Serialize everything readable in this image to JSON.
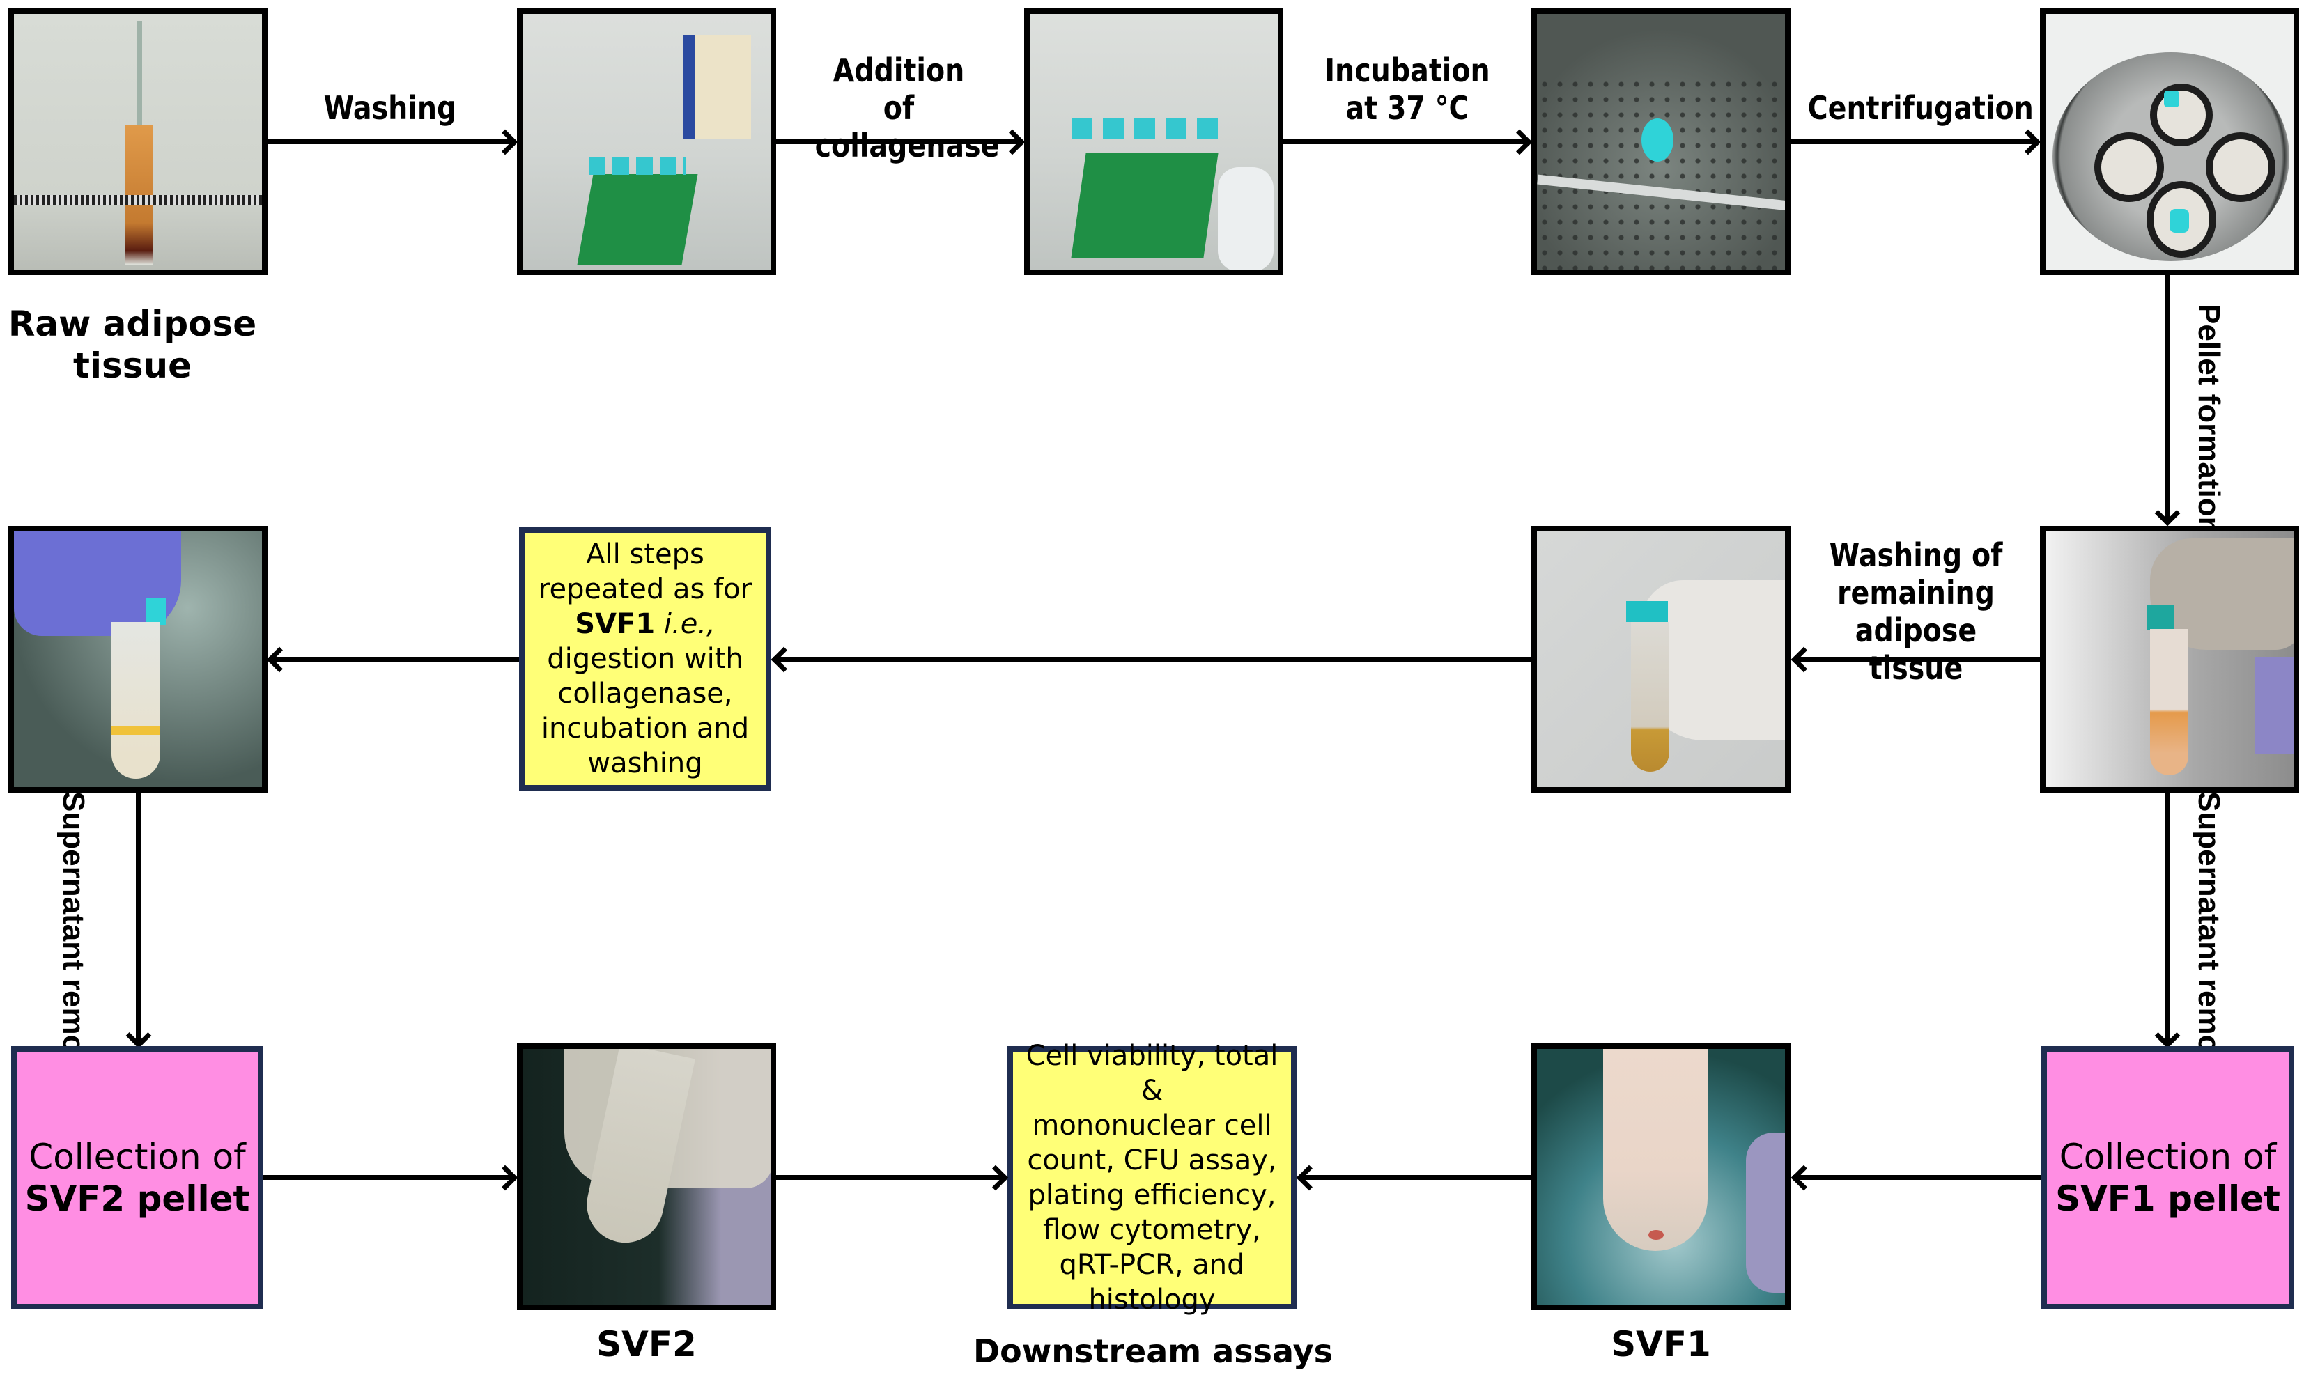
{
  "steps": {
    "raw_tissue": {
      "caption": "Raw adipose tissue",
      "photo": "syringe-with-adipose-tissue"
    },
    "washing": {
      "label": "Washing",
      "photo": "pipetting-tubes-in-rack"
    },
    "collagenase": {
      "label": "Addition of collagenase",
      "photo": "tubes-in-rack-with-pipette"
    },
    "incubation": {
      "label": "Incubation at 37 °C",
      "photo": "tube-in-incubator"
    },
    "centrifugation": {
      "label": "Centrifugation",
      "photo": "centrifuge-rotor"
    },
    "pellet_formation": {
      "label": "Pellet formation",
      "photo": "tube-with-pellet"
    },
    "washing_remaining": {
      "label": "Washing of remaining adipose tissue",
      "photo": "tube-remaining-tissue"
    },
    "repeat": {
      "line1": "All steps",
      "line2": "repeated as for",
      "bold": "SVF1",
      "italic": "i.e.,",
      "line4": "digestion with",
      "line5": "collagenase,",
      "line6": "incubation and",
      "line7": "washing"
    },
    "svf2_tube": {
      "photo": "tube-svf2-layer"
    },
    "supernatant_left": {
      "label": "Supernatant removal"
    },
    "supernatant_right": {
      "label": "Supernatant removal"
    },
    "svf2_collection": {
      "normal": "Collection of",
      "bold": "SVF2 pellet"
    },
    "svf1_collection": {
      "normal": "Collection of",
      "bold": "SVF1 pellet"
    },
    "svf2_photo": {
      "caption": "SVF2"
    },
    "svf1_photo": {
      "caption": "SVF1"
    },
    "downstream": {
      "caption": "Downstream assays",
      "lines": [
        "Cell viability, total &",
        "mononuclear cell",
        "count, CFU assay,",
        "plating efficiency,",
        "flow cytometry,",
        "qRT-PCR, and",
        "histology"
      ]
    }
  },
  "colors": {
    "yellow_box": "#ffff77",
    "pink_box": "#ff8ee3",
    "box_border": "#1f2d50"
  }
}
